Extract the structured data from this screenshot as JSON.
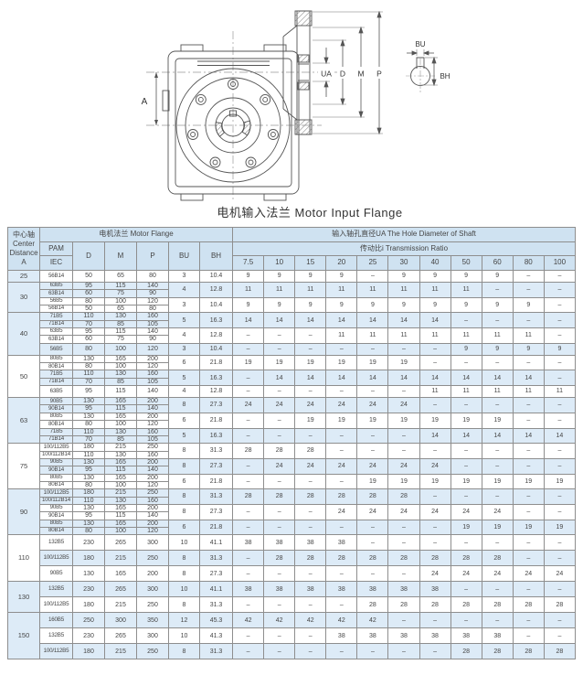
{
  "drawing": {
    "title": "电机输入法兰 Motor Input Flange",
    "labels": {
      "a": "A",
      "ua": "UA",
      "d": "D",
      "m": "M",
      "p": "P",
      "bu": "BU",
      "bh": "BH"
    }
  },
  "table": {
    "colors": {
      "header_bg": "#cfe2f1",
      "alt_row_bg": "#ddebf7",
      "border": "#8e8e8e"
    },
    "header": {
      "center_axis": "中心轴\nCenter\nDistance\nA",
      "motor_flange": "电机法兰  Motor Flange",
      "pam": "PAM",
      "iec": "IEC",
      "d": "D",
      "m": "M",
      "p": "P",
      "bu": "BU",
      "bh": "BH",
      "hole_diameter": "输入轴孔直径UA The Hole Diameter of Shaft",
      "transmission_ratio": "传动比i  Transmission Ratio",
      "ratios": [
        "7.5",
        "10",
        "15",
        "20",
        "25",
        "30",
        "40",
        "50",
        "60",
        "80",
        "100"
      ]
    },
    "groups": [
      {
        "a": "25",
        "rows": [
          {
            "pams": [
              {
                "pam": "56B14",
                "d": "50",
                "m": "65",
                "p": "80"
              }
            ],
            "bu": "3",
            "bh": "10.4",
            "values": [
              "9",
              "9",
              "9",
              "9",
              "–",
              "9",
              "9",
              "9",
              "9",
              "–",
              "–"
            ]
          }
        ]
      },
      {
        "a": "30",
        "rows": [
          {
            "pams": [
              {
                "pam": "63B5",
                "d": "95",
                "m": "115",
                "p": "140"
              },
              {
                "pam": "63B14",
                "d": "60",
                "m": "75",
                "p": "90"
              }
            ],
            "bu": "4",
            "bh": "12.8",
            "values": [
              "11",
              "11",
              "11",
              "11",
              "11",
              "11",
              "11",
              "11",
              "–",
              "–",
              "–"
            ]
          },
          {
            "pams": [
              {
                "pam": "56B5",
                "d": "80",
                "m": "100",
                "p": "120"
              },
              {
                "pam": "56B14",
                "d": "50",
                "m": "65",
                "p": "80"
              }
            ],
            "bu": "3",
            "bh": "10.4",
            "values": [
              "9",
              "9",
              "9",
              "9",
              "9",
              "9",
              "9",
              "9",
              "9",
              "9",
              "–"
            ]
          }
        ]
      },
      {
        "a": "40",
        "rows": [
          {
            "pams": [
              {
                "pam": "71B5",
                "d": "110",
                "m": "130",
                "p": "160"
              },
              {
                "pam": "71B14",
                "d": "70",
                "m": "85",
                "p": "105"
              }
            ],
            "bu": "5",
            "bh": "16.3",
            "values": [
              "14",
              "14",
              "14",
              "14",
              "14",
              "14",
              "14",
              "–",
              "–",
              "–",
              "–"
            ]
          },
          {
            "pams": [
              {
                "pam": "63B5",
                "d": "95",
                "m": "115",
                "p": "140"
              },
              {
                "pam": "63B14",
                "d": "60",
                "m": "75",
                "p": "90"
              }
            ],
            "bu": "4",
            "bh": "12.8",
            "values": [
              "–",
              "–",
              "–",
              "11",
              "11",
              "11",
              "11",
              "11",
              "11",
              "11",
              "–"
            ]
          },
          {
            "pams": [
              {
                "pam": "56B5",
                "d": "80",
                "m": "100",
                "p": "120"
              }
            ],
            "bu": "3",
            "bh": "10.4",
            "values": [
              "–",
              "–",
              "–",
              "–",
              "–",
              "–",
              "–",
              "9",
              "9",
              "9",
              "9"
            ]
          }
        ]
      },
      {
        "a": "50",
        "rows": [
          {
            "pams": [
              {
                "pam": "80B5",
                "d": "130",
                "m": "165",
                "p": "200"
              },
              {
                "pam": "80B14",
                "d": "80",
                "m": "100",
                "p": "120"
              }
            ],
            "bu": "6",
            "bh": "21.8",
            "values": [
              "19",
              "19",
              "19",
              "19",
              "19",
              "19",
              "–",
              "–",
              "–",
              "–",
              "–"
            ]
          },
          {
            "pams": [
              {
                "pam": "71B5",
                "d": "110",
                "m": "130",
                "p": "160"
              },
              {
                "pam": "71B14",
                "d": "70",
                "m": "85",
                "p": "105"
              }
            ],
            "bu": "5",
            "bh": "16.3",
            "values": [
              "–",
              "14",
              "14",
              "14",
              "14",
              "14",
              "14",
              "14",
              "14",
              "14",
              "–"
            ]
          },
          {
            "pams": [
              {
                "pam": "63B5",
                "d": "95",
                "m": "115",
                "p": "140"
              }
            ],
            "bu": "4",
            "bh": "12.8",
            "values": [
              "–",
              "–",
              "–",
              "–",
              "–",
              "–",
              "11",
              "11",
              "11",
              "11",
              "11"
            ]
          }
        ]
      },
      {
        "a": "63",
        "rows": [
          {
            "pams": [
              {
                "pam": "90B5",
                "d": "130",
                "m": "165",
                "p": "200"
              },
              {
                "pam": "90B14",
                "d": "95",
                "m": "115",
                "p": "140"
              }
            ],
            "bu": "8",
            "bh": "27.3",
            "values": [
              "24",
              "24",
              "24",
              "24",
              "24",
              "24",
              "–",
              "–",
              "–",
              "–",
              "–"
            ]
          },
          {
            "pams": [
              {
                "pam": "80B5",
                "d": "130",
                "m": "165",
                "p": "200"
              },
              {
                "pam": "80B14",
                "d": "80",
                "m": "100",
                "p": "120"
              }
            ],
            "bu": "6",
            "bh": "21.8",
            "values": [
              "–",
              "–",
              "19",
              "19",
              "19",
              "19",
              "19",
              "19",
              "19",
              "–",
              "–"
            ]
          },
          {
            "pams": [
              {
                "pam": "71B5",
                "d": "110",
                "m": "130",
                "p": "160"
              },
              {
                "pam": "71B14",
                "d": "70",
                "m": "85",
                "p": "105"
              }
            ],
            "bu": "5",
            "bh": "16.3",
            "values": [
              "–",
              "–",
              "–",
              "–",
              "–",
              "–",
              "14",
              "14",
              "14",
              "14",
              "14"
            ]
          }
        ]
      },
      {
        "a": "75",
        "rows": [
          {
            "pams": [
              {
                "pam": "100/112B5",
                "d": "180",
                "m": "215",
                "p": "250"
              },
              {
                "pam": "100/112B14",
                "d": "110",
                "m": "130",
                "p": "160"
              }
            ],
            "bu": "8",
            "bh": "31.3",
            "values": [
              "28",
              "28",
              "28",
              "–",
              "–",
              "–",
              "–",
              "–",
              "–",
              "–",
              "–"
            ]
          },
          {
            "pams": [
              {
                "pam": "90B5",
                "d": "130",
                "m": "165",
                "p": "200"
              },
              {
                "pam": "90B14",
                "d": "95",
                "m": "115",
                "p": "140"
              }
            ],
            "bu": "8",
            "bh": "27.3",
            "values": [
              "–",
              "24",
              "24",
              "24",
              "24",
              "24",
              "24",
              "–",
              "–",
              "–",
              "–"
            ]
          },
          {
            "pams": [
              {
                "pam": "80B5",
                "d": "130",
                "m": "165",
                "p": "200"
              },
              {
                "pam": "80B14",
                "d": "80",
                "m": "100",
                "p": "120"
              }
            ],
            "bu": "6",
            "bh": "21.8",
            "values": [
              "–",
              "–",
              "–",
              "–",
              "19",
              "19",
              "19",
              "19",
              "19",
              "19",
              "19"
            ]
          }
        ]
      },
      {
        "a": "90",
        "rows": [
          {
            "pams": [
              {
                "pam": "100/112B5",
                "d": "180",
                "m": "215",
                "p": "250"
              },
              {
                "pam": "100/112B14",
                "d": "110",
                "m": "130",
                "p": "160"
              }
            ],
            "bu": "8",
            "bh": "31.3",
            "values": [
              "28",
              "28",
              "28",
              "28",
              "28",
              "28",
              "–",
              "–",
              "–",
              "–",
              "–"
            ]
          },
          {
            "pams": [
              {
                "pam": "90B5",
                "d": "130",
                "m": "165",
                "p": "200"
              },
              {
                "pam": "90B14",
                "d": "95",
                "m": "115",
                "p": "140"
              }
            ],
            "bu": "8",
            "bh": "27.3",
            "values": [
              "–",
              "–",
              "–",
              "24",
              "24",
              "24",
              "24",
              "24",
              "24",
              "–",
              "–"
            ]
          },
          {
            "pams": [
              {
                "pam": "80B5",
                "d": "130",
                "m": "165",
                "p": "200"
              },
              {
                "pam": "80B14",
                "d": "80",
                "m": "100",
                "p": "120"
              }
            ],
            "bu": "6",
            "bh": "21.8",
            "values": [
              "–",
              "–",
              "–",
              "–",
              "–",
              "–",
              "–",
              "19",
              "19",
              "19",
              "19"
            ]
          }
        ]
      },
      {
        "a": "110",
        "rows": [
          {
            "pams": [
              {
                "pam": "132B5",
                "d": "230",
                "m": "265",
                "p": "300"
              }
            ],
            "bu": "10",
            "bh": "41.1",
            "values": [
              "38",
              "38",
              "38",
              "38",
              "–",
              "–",
              "–",
              "–",
              "–",
              "–",
              "–"
            ]
          },
          {
            "pams": [
              {
                "pam": "100/112B5",
                "d": "180",
                "m": "215",
                "p": "250"
              }
            ],
            "bu": "8",
            "bh": "31.3",
            "values": [
              "–",
              "28",
              "28",
              "28",
              "28",
              "28",
              "28",
              "28",
              "28",
              "–",
              "–"
            ]
          },
          {
            "pams": [
              {
                "pam": "90B5",
                "d": "130",
                "m": "165",
                "p": "200"
              }
            ],
            "bu": "8",
            "bh": "27.3",
            "values": [
              "–",
              "–",
              "–",
              "–",
              "–",
              "–",
              "24",
              "24",
              "24",
              "24",
              "24"
            ]
          }
        ]
      },
      {
        "a": "130",
        "rows": [
          {
            "pams": [
              {
                "pam": "132B5",
                "d": "230",
                "m": "265",
                "p": "300"
              }
            ],
            "bu": "10",
            "bh": "41.1",
            "values": [
              "38",
              "38",
              "38",
              "38",
              "38",
              "38",
              "38",
              "–",
              "–",
              "–",
              "–"
            ]
          },
          {
            "pams": [
              {
                "pam": "100/112B5",
                "d": "180",
                "m": "215",
                "p": "250"
              }
            ],
            "bu": "8",
            "bh": "31.3",
            "values": [
              "–",
              "–",
              "–",
              "–",
              "28",
              "28",
              "28",
              "28",
              "28",
              "28",
              "28"
            ]
          }
        ]
      },
      {
        "a": "150",
        "rows": [
          {
            "pams": [
              {
                "pam": "160B5",
                "d": "250",
                "m": "300",
                "p": "350"
              }
            ],
            "bu": "12",
            "bh": "45.3",
            "values": [
              "42",
              "42",
              "42",
              "42",
              "42",
              "–",
              "–",
              "–",
              "–",
              "–",
              "–"
            ]
          },
          {
            "pams": [
              {
                "pam": "132B5",
                "d": "230",
                "m": "265",
                "p": "300"
              }
            ],
            "bu": "10",
            "bh": "41.3",
            "values": [
              "–",
              "–",
              "–",
              "38",
              "38",
              "38",
              "38",
              "38",
              "38",
              "–",
              "–"
            ]
          },
          {
            "pams": [
              {
                "pam": "100/112B5",
                "d": "180",
                "m": "215",
                "p": "250"
              }
            ],
            "bu": "8",
            "bh": "31.3",
            "values": [
              "–",
              "–",
              "–",
              "–",
              "–",
              "–",
              "–",
              "28",
              "28",
              "28",
              "28"
            ]
          }
        ]
      }
    ]
  }
}
